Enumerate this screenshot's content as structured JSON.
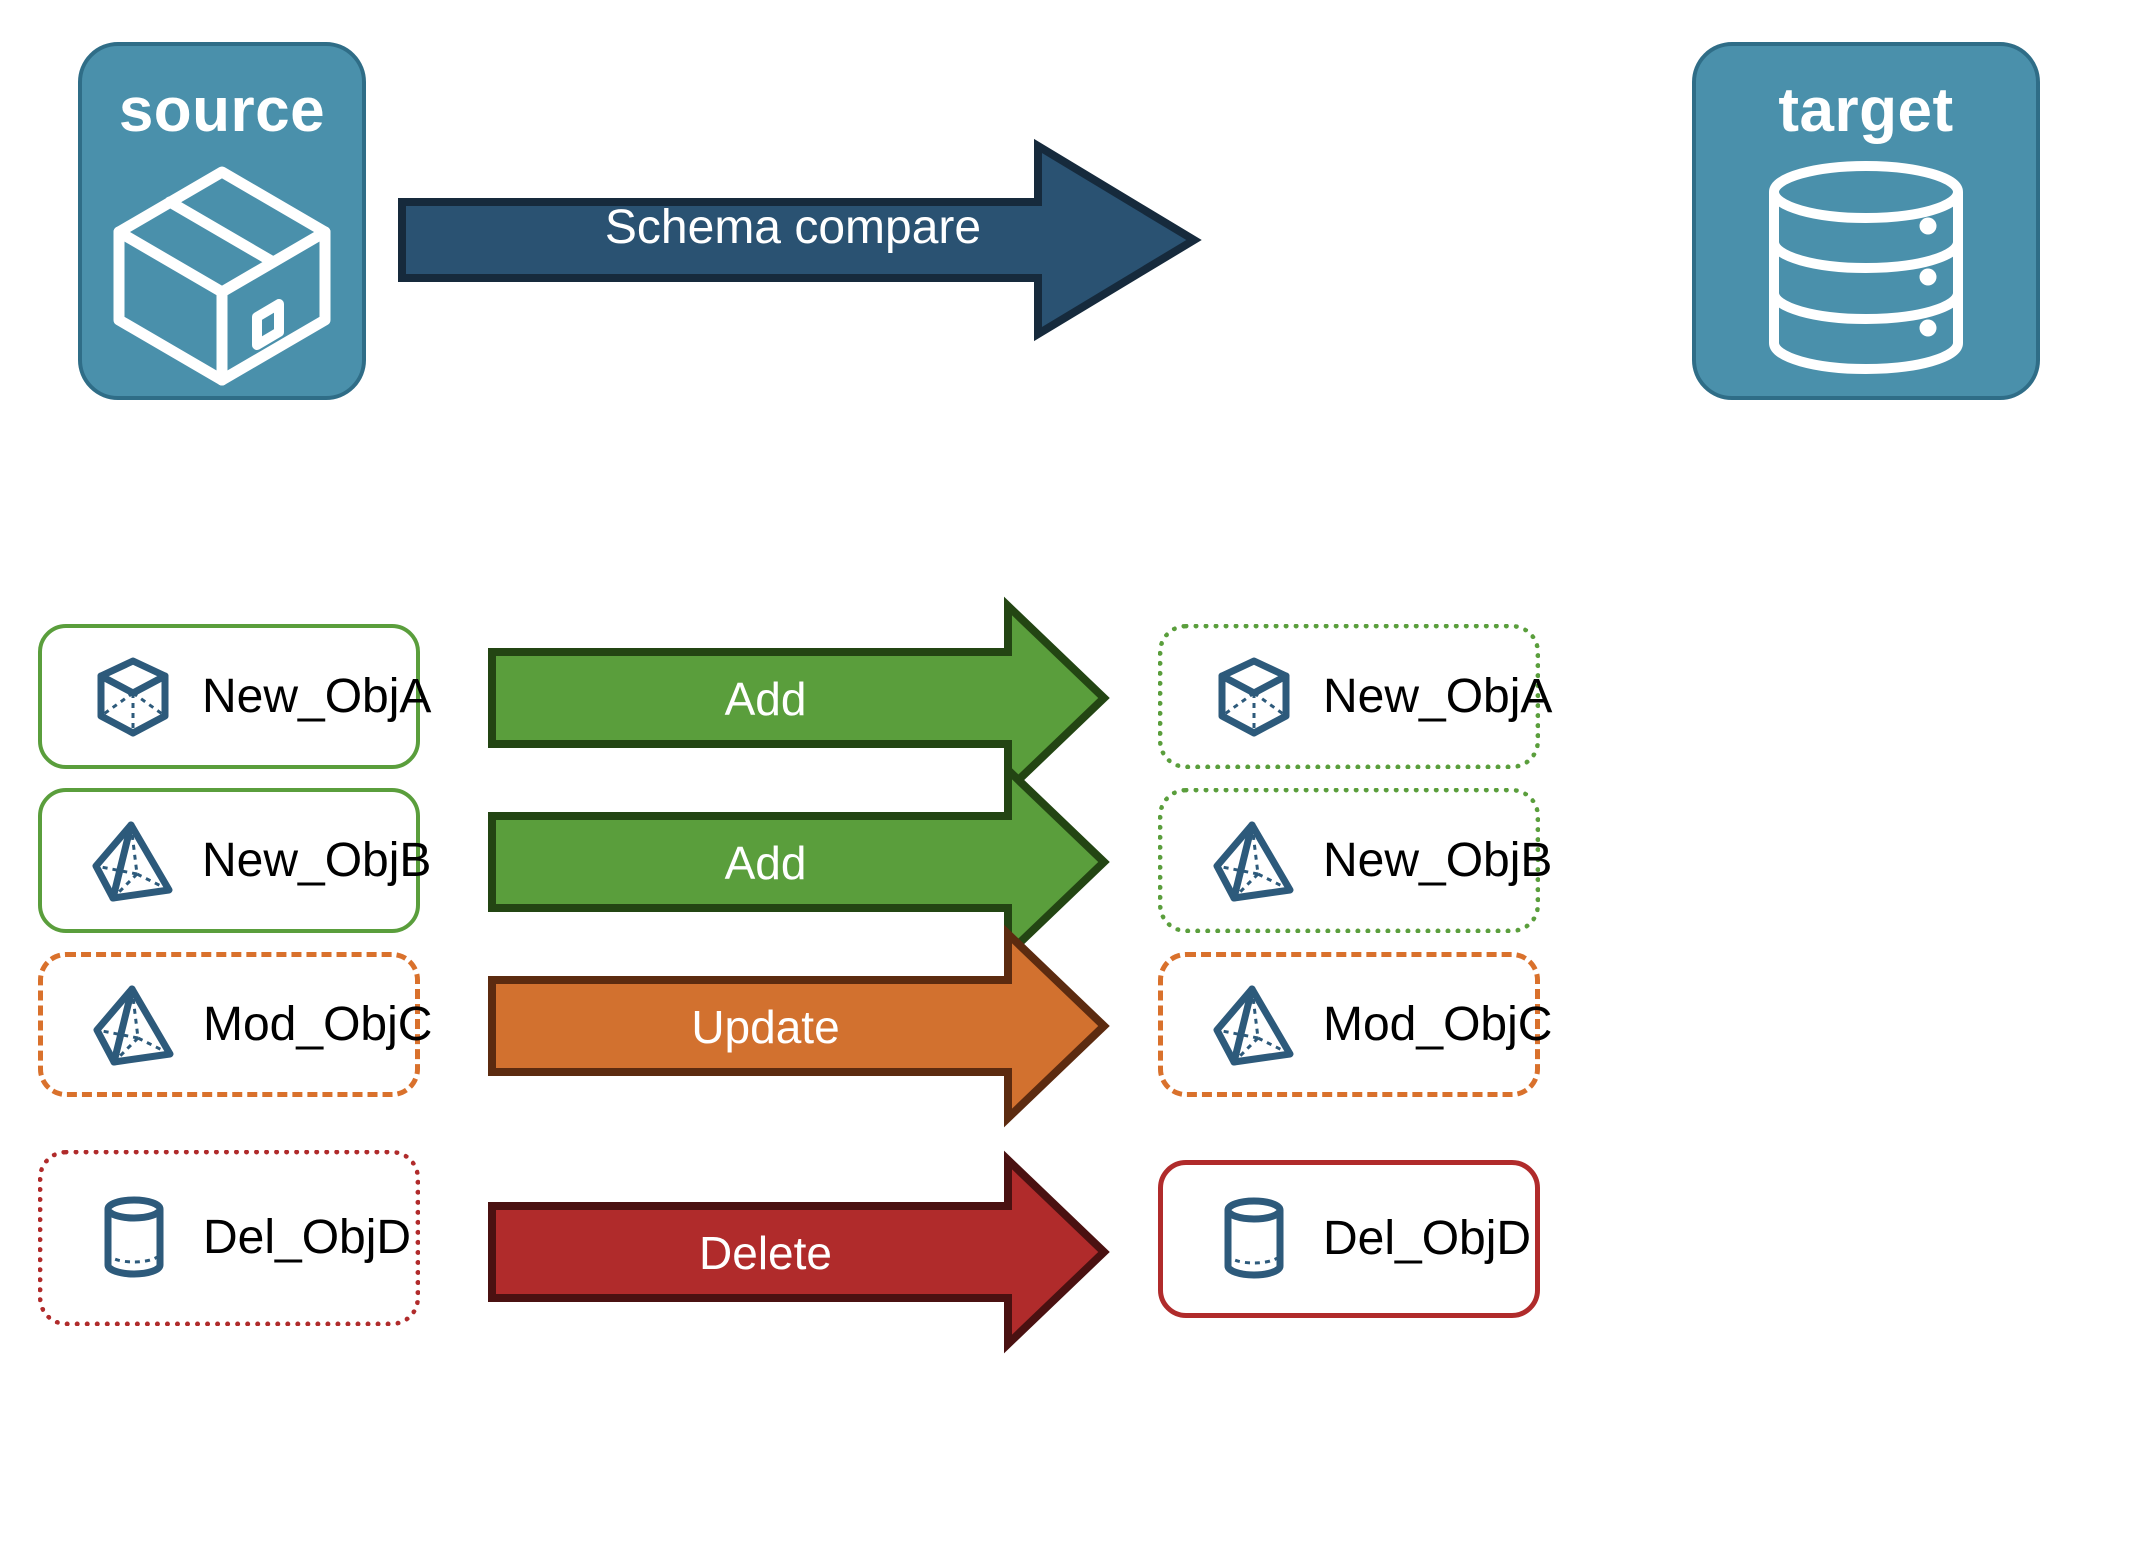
{
  "diagram": {
    "title": "Schema compare source to target",
    "background": "#ffffff"
  },
  "colors": {
    "endpoint_fill": "#4a90ab",
    "endpoint_border": "#2f6d87",
    "endpoint_icon": "#ffffff",
    "compare_arrow_fill": "#2a5272",
    "compare_arrow_border": "#162a3c",
    "add_fill": "#5a9e3c",
    "add_border": "#234513",
    "update_fill": "#d2712f",
    "update_border": "#5c2b10",
    "delete_fill": "#b02b2b",
    "delete_border": "#4a1111",
    "object_icon": "#2d5a7b",
    "green": "#5a9e3c",
    "orange": "#d9712c",
    "red": "#b02b2b",
    "label_text": "#000000",
    "arrow_text": "#ffffff"
  },
  "endpoints": {
    "source": {
      "title": "source",
      "icon": "package-box-icon"
    },
    "target": {
      "title": "target",
      "icon": "database-cylinder-icon"
    }
  },
  "compare_arrow": {
    "label": "Schema compare"
  },
  "rows": [
    {
      "id": "row-add-a",
      "source": {
        "label": "New_ObjA",
        "icon": "cube-wireframe-icon",
        "border_style": "solid",
        "border_color": "#5a9e3c"
      },
      "action": {
        "label": "Add",
        "fill": "#5a9e3c",
        "border": "#234513"
      },
      "target": {
        "label": "New_ObjA",
        "icon": "cube-wireframe-icon",
        "border_style": "dotted",
        "border_color": "#5a9e3c"
      }
    },
    {
      "id": "row-add-b",
      "source": {
        "label": "New_ObjB",
        "icon": "pyramid-wireframe-icon",
        "border_style": "solid",
        "border_color": "#5a9e3c"
      },
      "action": {
        "label": "Add",
        "fill": "#5a9e3c",
        "border": "#234513"
      },
      "target": {
        "label": "New_ObjB",
        "icon": "pyramid-wireframe-icon",
        "border_style": "dotted",
        "border_color": "#5a9e3c"
      }
    },
    {
      "id": "row-update-c",
      "source": {
        "label": "Mod_ObjC",
        "icon": "pyramid-wireframe-icon",
        "border_style": "dashed",
        "border_color": "#d9712c"
      },
      "action": {
        "label": "Update",
        "fill": "#d2712f",
        "border": "#5c2b10"
      },
      "target": {
        "label": "Mod_ObjC",
        "icon": "pyramid-wireframe-icon",
        "border_style": "dashed",
        "border_color": "#d9712c"
      }
    },
    {
      "id": "row-delete-d",
      "source": {
        "label": "Del_ObjD",
        "icon": "cylinder-wireframe-icon",
        "border_style": "dotted",
        "border_color": "#b02b2b"
      },
      "action": {
        "label": "Delete",
        "fill": "#b02b2b",
        "border": "#4a1111"
      },
      "target": {
        "label": "Del_ObjD",
        "icon": "cylinder-wireframe-icon",
        "border_style": "solid",
        "border_color": "#b02b2b"
      }
    }
  ]
}
